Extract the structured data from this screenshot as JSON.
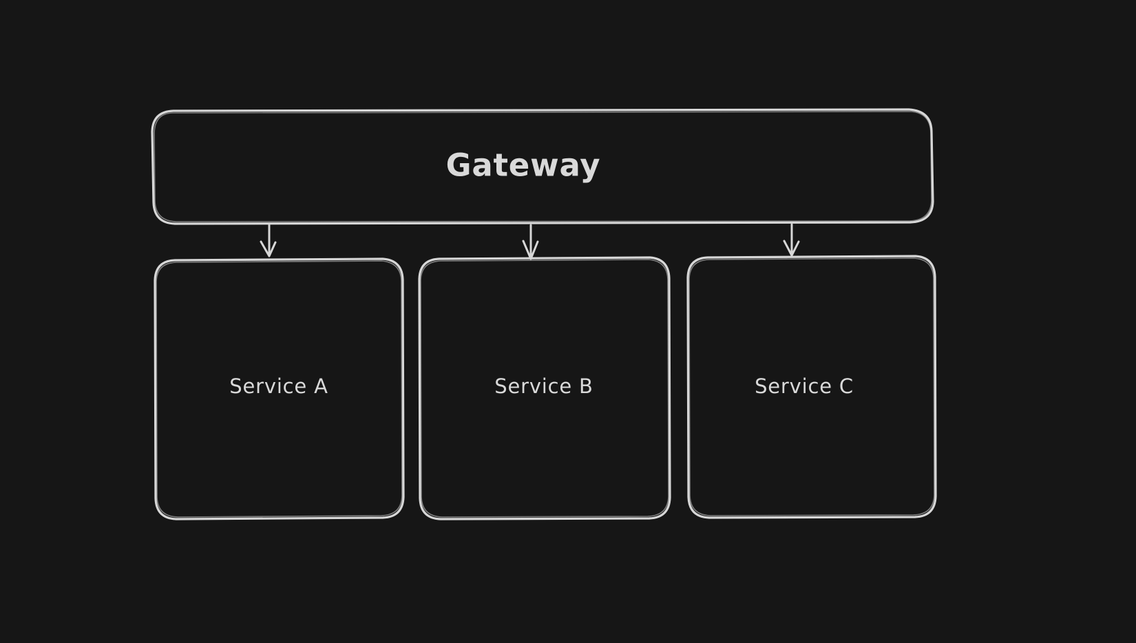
{
  "canvas": {
    "background_color": "#161616",
    "stroke_color": "#d7d7d7",
    "text_color": "#d9d9d9"
  },
  "nodes": {
    "gateway": {
      "label": "Gateway"
    },
    "service_a": {
      "label": "Service A"
    },
    "service_b": {
      "label": "Service B"
    },
    "service_c": {
      "label": "Service C"
    }
  },
  "edges": [
    {
      "from": "gateway",
      "to": "service_a",
      "type": "arrow"
    },
    {
      "from": "gateway",
      "to": "service_b",
      "type": "arrow"
    },
    {
      "from": "gateway",
      "to": "service_c",
      "type": "arrow"
    }
  ]
}
